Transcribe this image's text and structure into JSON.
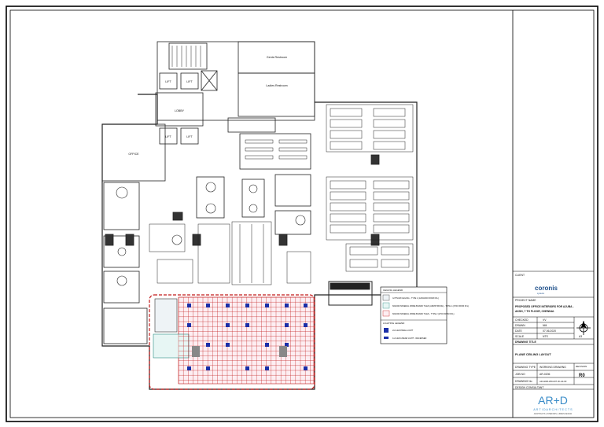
{
  "plan": {
    "rooms": {
      "gents": "Gents Restroom",
      "ladies": "Ladies Restroom",
      "lift1": "LIFT",
      "lift2": "LIFT",
      "lift3": "LIFT",
      "lift4": "LIFT",
      "lobby": "LOBBY",
      "office": "OFFICE"
    }
  },
  "legend": {
    "title": "CEILING LEGEND",
    "items": [
      "GYPSUM CEILING - TYPE 1 (1200x600 FROM FFL)",
      "600x600 MINERAL FIBRE BOARD TILES (ARMSTRONG) - TYPE 1 (2700 FROM FFL)",
      "600x600 MINERAL FIBRE BOARD TILES - TYPE 2 (2700 FROM FFL)"
    ],
    "lighting_title": "LIGHTING LEGEND",
    "lighting": [
      "2x2 LED PANEL LIGHT",
      "1x4 LED LINEAR LIGHT - RECESSED"
    ]
  },
  "titleblock": {
    "client_label": "CLIENT",
    "client_logo": "coronis",
    "client_logo_sub": "systems",
    "project_label": "PROJECT NAME",
    "project_line1": "PROPOSED OFFICE INTERIORS FOR AJUBA -",
    "project_line2": "AKSH, 7 TH FLOOR, CHENNAI.",
    "checked_label": "CHECKED",
    "checked_val": "VV",
    "drawn_label": "DRAWN",
    "drawn_val": "NM",
    "date_label": "DATE",
    "date_val": "07.06.2020",
    "scale_label": "SCALE",
    "scale_val": "NTS",
    "size_val": "A3",
    "drawing_title_label": "DRAWING TITLE",
    "drawing_title": "PLANE CEILING LAYOUT",
    "type_label": "DRAWING TYPE",
    "type_val": "WORKING DRAWING",
    "revision_label": "REVISION",
    "revision_val": "R0",
    "job_label": "JOB NO",
    "job_val": "AR-0206",
    "drawing_no_label": "DRAWING No",
    "drawing_no_val": "AR-0206-WD-007-ID-A3-00",
    "designer_label": "DESIGN CONSULTANT",
    "designer_logo": "AR+D",
    "designer_name": "A R T I D   A R C H I T E C T S",
    "designer_sub": "ARCHITECTS | INTERIORS | URBAN DESIGN"
  }
}
